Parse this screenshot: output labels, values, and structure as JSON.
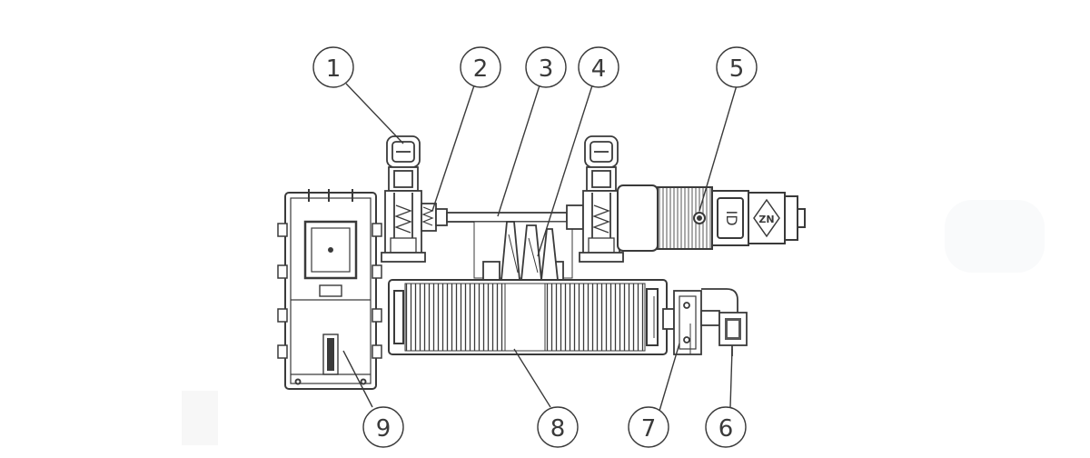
{
  "callouts": [
    {
      "label": "1"
    },
    {
      "label": "2"
    },
    {
      "label": "3"
    },
    {
      "label": "4"
    },
    {
      "label": "5"
    },
    {
      "label": "6"
    },
    {
      "label": "7"
    },
    {
      "label": "8"
    },
    {
      "label": "9"
    }
  ],
  "colors": {
    "ink": "#3a3a3a",
    "paper": "#ffffff",
    "light": "#d9d9d9"
  }
}
